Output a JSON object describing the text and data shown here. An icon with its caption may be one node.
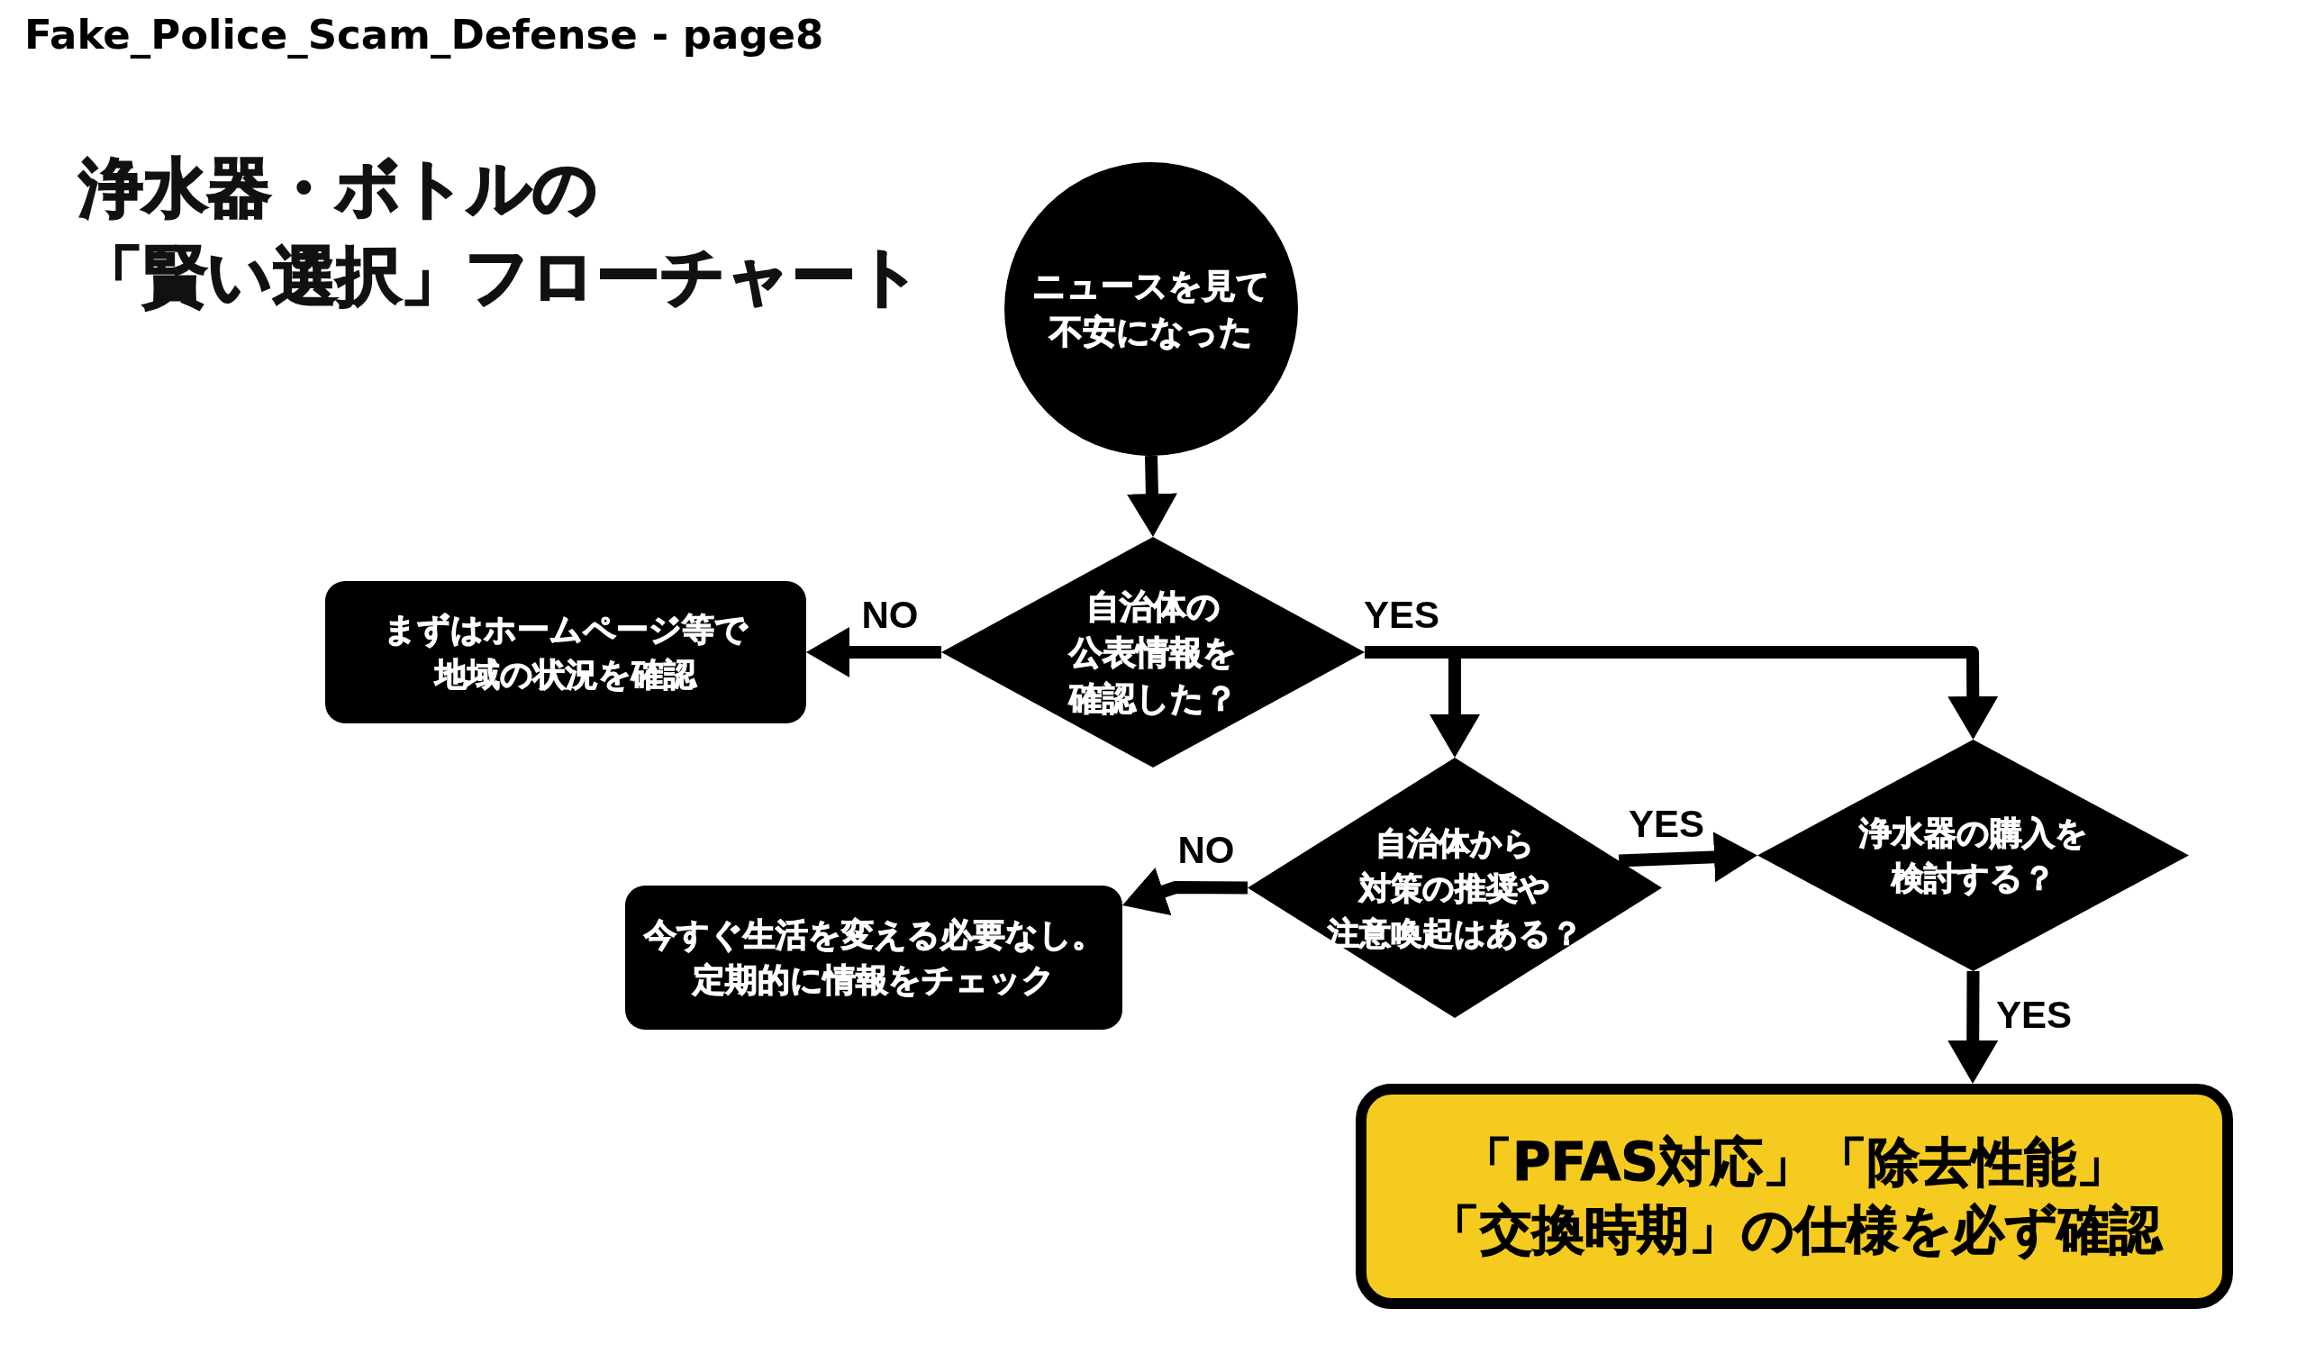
{
  "diagram": {
    "title": "浄水器・ボトルの「賢い選択」フローチャート",
    "nodes": [
      {
        "text": [
          "ニュースを見て不安になった"
        ]
      },
      {
        "text": [
          "自治体の公表情報を確認した？"
        ]
      },
      {
        "text": [
          "まずはホームページ等で地域の状況を確認"
        ]
      },
      {
        "text": [
          "自治体から対策の推奨や注意喚起はある？"
        ]
      },
      {
        "text": [
          "浄水器の購入を検討する？"
        ]
      },
      {
        "text": [
          "今すぐ生活を変える必要なし。定期的に情報をチェック"
        ]
      },
      {
        "text": [
          "「PFAS対応」「除去性能」「交換時期」の仕様を必ず確認"
        ]
      }
    ],
    "edges": [
      {
        "from": 0,
        "to": 1,
        "arrow": "to"
      },
      {
        "from": 1,
        "to": 2,
        "arrow": "to",
        "label": "NO"
      },
      {
        "from": 1,
        "to": 3,
        "arrow": "to",
        "label": "YES"
      },
      {
        "from": 1,
        "to": 4,
        "arrow": "to"
      },
      {
        "from": 3,
        "to": 5,
        "arrow": "to",
        "label": "NO"
      },
      {
        "from": 3,
        "to": 4,
        "arrow": "to",
        "label": "YES"
      },
      {
        "from": 4,
        "to": 6,
        "arrow": "to",
        "label": "YES"
      }
    ],
    "labels": [
      "Fake_Police_Scam_Defense - page8"
    ]
  }
}
